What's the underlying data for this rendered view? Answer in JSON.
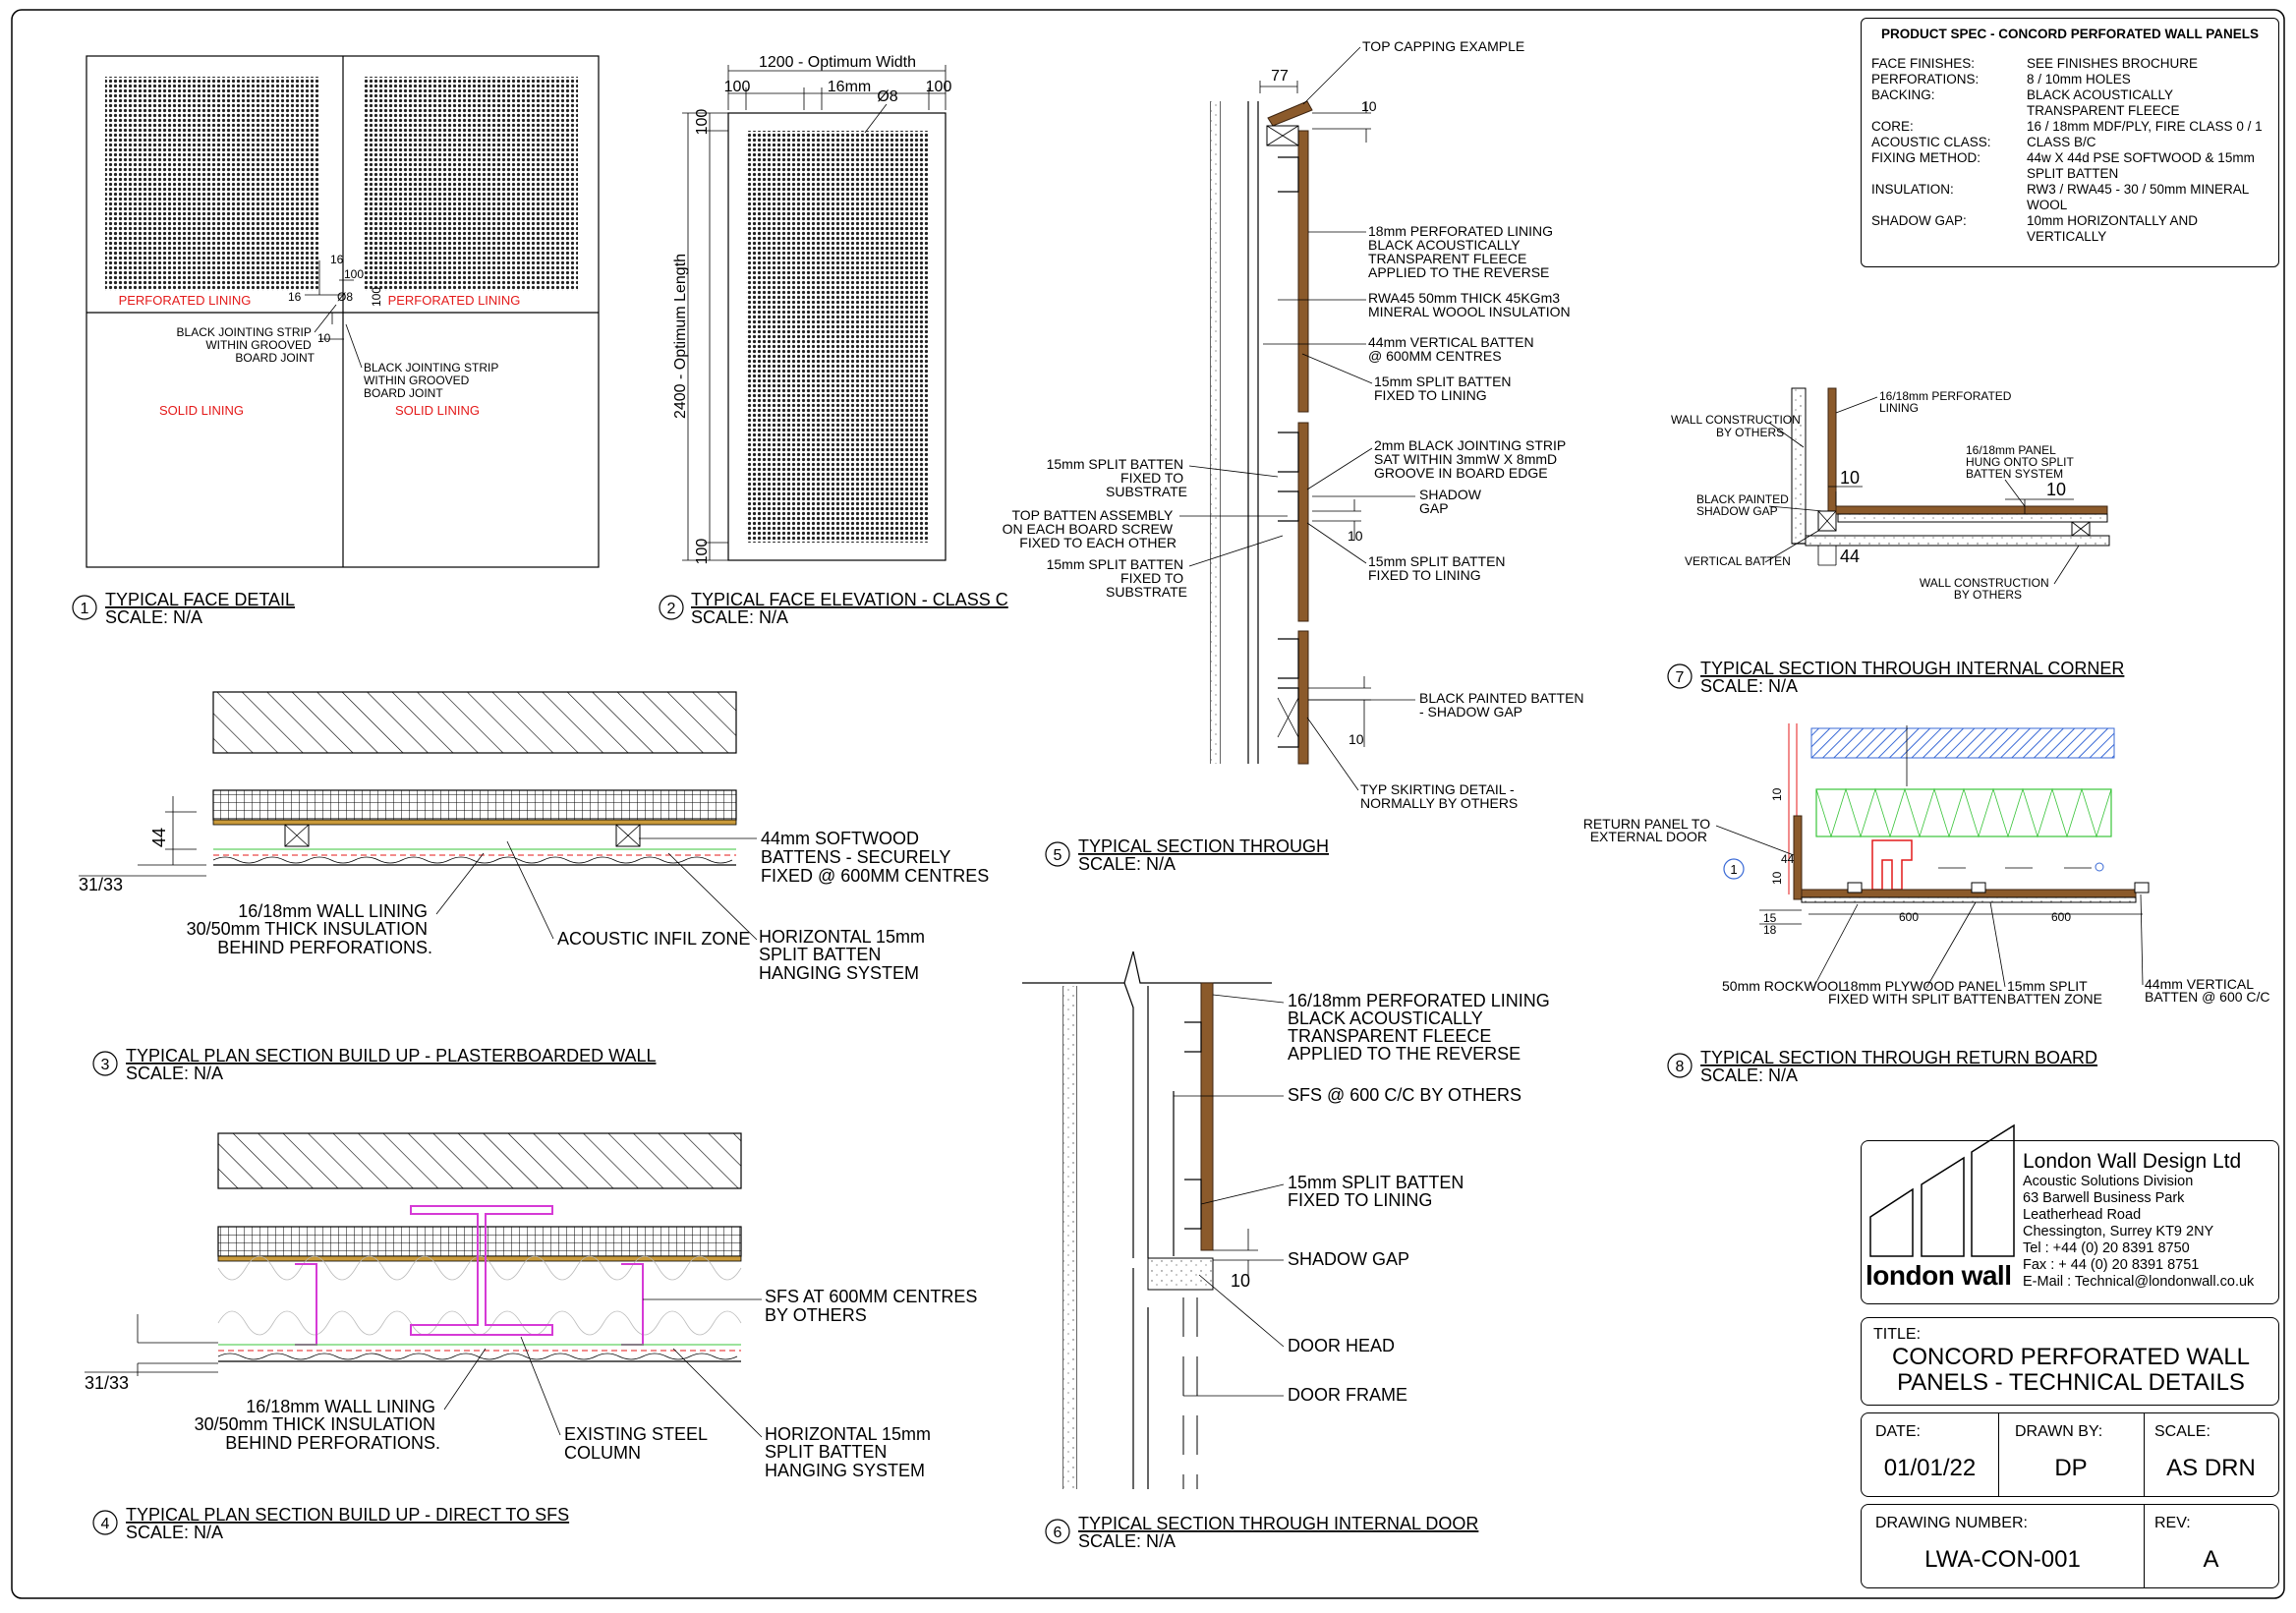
{
  "spec": {
    "heading": "PRODUCT SPEC - CONCORD PERFORATED WALL PANELS",
    "rows": [
      {
        "k": "FACE FINISHES:",
        "v": "SEE FINISHES BROCHURE"
      },
      {
        "k": "PERFORATIONS:",
        "v": "8 / 10mm HOLES"
      },
      {
        "k": "BACKING:",
        "v": "BLACK ACOUSTICALLY TRANSPARENT FLEECE"
      },
      {
        "k": "CORE:",
        "v": "16 / 18mm MDF/PLY, FIRE CLASS 0 / 1"
      },
      {
        "k": "ACOUSTIC CLASS:",
        "v": "CLASS B/C"
      },
      {
        "k": "FIXING METHOD:",
        "v": "44w X 44d PSE SOFTWOOD & 15mm SPLIT BATTEN"
      },
      {
        "k": "INSULATION:",
        "v": "RW3 / RWA45 - 30 / 50mm MINERAL WOOL"
      },
      {
        "k": "SHADOW GAP:",
        "v": "10mm HORIZONTALLY AND VERTICALLY"
      }
    ]
  },
  "details": {
    "d1": {
      "num": "1",
      "title": "TYPICAL FACE DETAIL",
      "scale": "SCALE: N/A",
      "perforated": "PERFORATED LINING",
      "solid": "SOLID LINING",
      "strip1": [
        "BLACK JOINTING STRIP",
        "WITHIN GROOVED",
        "BOARD JOINT"
      ],
      "strip2": [
        "BLACK JOINTING STRIP",
        "WITHIN GROOVED",
        "BOARD JOINT"
      ],
      "dims": [
        "16",
        "100",
        "16",
        "Ø8",
        "100",
        "10"
      ]
    },
    "d2": {
      "num": "2",
      "title": "TYPICAL FACE ELEVATION - CLASS C",
      "scale": "SCALE: N/A",
      "width": "1200 - Optimum Width",
      "length": "2400 - Optimum Length",
      "d100a": "100",
      "d16": "16mm",
      "d100b": "100",
      "hole": "Ø8",
      "v100a": "100",
      "v100b": "100"
    },
    "d3": {
      "num": "3",
      "title": "TYPICAL PLAN SECTION BUILD UP - PLASTERBOARDED WALL",
      "scale": "SCALE: N/A",
      "d44": "44",
      "d3133": "31/33",
      "battens": [
        "44mm SOFTWOOD",
        "BATTENS - SECURELY",
        "FIXED @ 600MM CENTRES"
      ],
      "lining": [
        "16/18mm  WALL LINING",
        "30/50mm THICK INSULATION",
        "BEHIND PERFORATIONS."
      ],
      "infil": "ACOUSTIC INFIL ZONE",
      "split": [
        "HORIZONTAL 15mm",
        "SPLIT BATTEN",
        "HANGING SYSTEM"
      ]
    },
    "d4": {
      "num": "4",
      "title": "TYPICAL PLAN SECTION BUILD UP - DIRECT TO SFS",
      "scale": "SCALE: N/A",
      "d3133": "31/33",
      "sfs": [
        "SFS AT 600MM CENTRES",
        "BY OTHERS"
      ],
      "lining": [
        "16/18mm  WALL LINING",
        "30/50mm THICK INSULATION",
        "BEHIND PERFORATIONS."
      ],
      "column": [
        "EXISTING STEEL",
        "COLUMN"
      ],
      "split": [
        "HORIZONTAL 15mm",
        "SPLIT BATTEN",
        "HANGING SYSTEM"
      ]
    },
    "d5": {
      "num": "5",
      "title": "TYPICAL SECTION THROUGH",
      "scale": "SCALE: N/A",
      "capping": "TOP CAPPING EXAMPLE",
      "d77": "77",
      "d10a": "10",
      "perf": [
        "18mm PERFORATED LINING",
        "BLACK ACOUSTICALLY",
        "TRANSPARENT FLEECE",
        "APPLIED TO THE REVERSE"
      ],
      "rwa": [
        "RWA45 50mm THICK 45KGm3",
        "MINERAL WOOOL INSULATION"
      ],
      "vbatten": [
        "44mm VERTICAL BATTEN",
        "@ 600MM CENTRES"
      ],
      "split1": [
        "15mm SPLIT BATTEN",
        "FIXED TO LINING"
      ],
      "strip": [
        "2mm BLACK JOINTING STRIP",
        "SAT WITHIN 3mmW X 8mmD",
        "GROOVE IN BOARD EDGE"
      ],
      "shadow": [
        "SHADOW",
        "GAP"
      ],
      "d10b": "10",
      "split2": [
        "15mm SPLIT BATTEN",
        "FIXED TO LINING"
      ],
      "left1": [
        "15mm SPLIT BATTEN",
        "FIXED TO",
        "SUBSTRATE"
      ],
      "left2": [
        "TOP BATTEN ASSEMBLY",
        "ON EACH BOARD SCREW",
        "FIXED TO EACH OTHER"
      ],
      "left3": [
        "15mm SPLIT BATTEN",
        "FIXED TO",
        "SUBSTRATE"
      ],
      "painted": [
        "BLACK PAINTED BATTEN",
        "- SHADOW GAP"
      ],
      "d10c": "10",
      "skirting": [
        "TYP SKIRTING DETAIL -",
        "NORMALLY BY OTHERS"
      ]
    },
    "d6": {
      "num": "6",
      "title": "TYPICAL SECTION THROUGH INTERNAL DOOR",
      "scale": "SCALE: N/A",
      "perf": [
        "16/18mm PERFORATED LINING",
        "BLACK ACOUSTICALLY",
        "TRANSPARENT FLEECE",
        "APPLIED TO THE REVERSE"
      ],
      "sfs": "SFS @ 600 C/C BY OTHERS",
      "split": [
        "15mm SPLIT BATTEN",
        "FIXED TO LINING"
      ],
      "shadow": "SHADOW GAP",
      "d10": "10",
      "head": "DOOR HEAD",
      "frame": "DOOR FRAME"
    },
    "d7": {
      "num": "7",
      "title": "TYPICAL SECTION THROUGH INTERNAL CORNER",
      "scale": "SCALE: N/A",
      "wall1": [
        "WALL CONSTRUCTION",
        "BY OTHERS"
      ],
      "perf": [
        "16/18mm PERFORATED",
        "LINING"
      ],
      "panel": [
        "16/18mm PANEL",
        "HUNG ONTO SPLIT",
        "BATTEN SYSTEM"
      ],
      "d10a": "10",
      "d10b": "10",
      "d44": "44",
      "shadow": [
        "BLACK PAINTED",
        "SHADOW GAP"
      ],
      "vbatten": "VERTICAL BATTEN",
      "wall2": [
        "WALL CONSTRUCTION",
        "BY OTHERS"
      ]
    },
    "d8": {
      "num": "8",
      "title": "TYPICAL SECTION THROUGH RETURN BOARD",
      "scale": "SCALE: N/A",
      "ret": [
        "RETURN PANEL TO",
        "EXTERNAL DOOR"
      ],
      "d10a": "10",
      "d44": "44",
      "d10b": "10",
      "d15": "15",
      "d18": "18",
      "d600a": "600",
      "d600b": "600",
      "ref": "1",
      "rock": "50mm ROCKWOOL",
      "ply": [
        "18mm PLYWOOD PANEL",
        "FIXED WITH SPLIT BATTEN"
      ],
      "split": [
        "15mm SPLIT",
        "BATTEN ZONE"
      ],
      "vb": [
        "44mm VERTICAL",
        "BATTEN @ 600 C/C"
      ]
    }
  },
  "company": {
    "name": "London Wall Design Ltd",
    "lines": [
      "Acoustic Solutions Division",
      "63 Barwell Business Park",
      "Leatherhead Road",
      "Chessington, Surrey KT9 2NY",
      "Tel : +44 (0) 20 8391 8750",
      "Fax : + 44 (0) 20 8391 8751",
      "E-Mail : Technical@londonwall.co.uk"
    ],
    "logo": "london wall"
  },
  "titleblock": {
    "title_label": "TITLE:",
    "title_l1": "CONCORD PERFORATED WALL",
    "title_l2": "PANELS - TECHNICAL DETAILS",
    "date_label": "DATE:",
    "date": "01/01/22",
    "drawn_label": "DRAWN BY:",
    "drawn": "DP",
    "scale_label": "SCALE:",
    "scale": "AS DRN",
    "dwg_label": "DRAWING NUMBER:",
    "dwg": "LWA-CON-001",
    "rev_label": "REV:",
    "rev": "A"
  },
  "colors": {
    "wood": "#8b5a2b",
    "annotation_red": "#e41a1a",
    "insulation_green": "#39c43a",
    "steel_magenta": "#d63ad6",
    "blue_hatch": "#3a6ad6"
  }
}
